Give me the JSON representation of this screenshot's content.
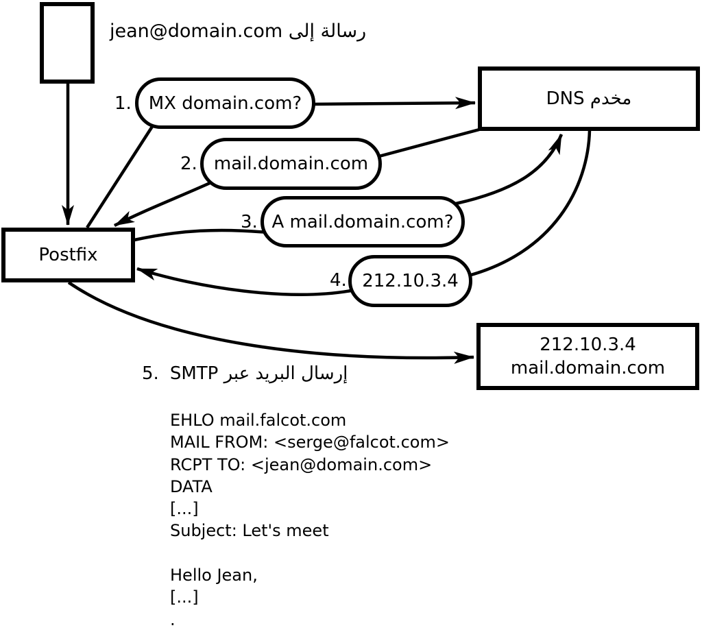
{
  "diagram": {
    "message_label": "رسالة إلى jean@domain.com",
    "nodes": {
      "postfix": {
        "label": "Postfix"
      },
      "dns": {
        "label": "مخدم DNS"
      },
      "mail_server": {
        "line1": "212.10.3.4",
        "line2": "mail.domain.com"
      }
    },
    "steps": [
      {
        "number": "1.",
        "label": "MX domain.com?"
      },
      {
        "number": "2.",
        "label": "mail.domain.com"
      },
      {
        "number": "3.",
        "label": "A mail.domain.com?"
      },
      {
        "number": "4.",
        "label": "212.10.3.4"
      },
      {
        "number": "5.",
        "label": "إرسال البريد عبر SMTP"
      }
    ],
    "smtp_session": "EHLO mail.falcot.com\nMAIL FROM: <serge@falcot.com>\nRCPT TO: <jean@domain.com>\nDATA\n[...]\nSubject: Let's meet\n\nHello Jean,\n[...]\n."
  }
}
